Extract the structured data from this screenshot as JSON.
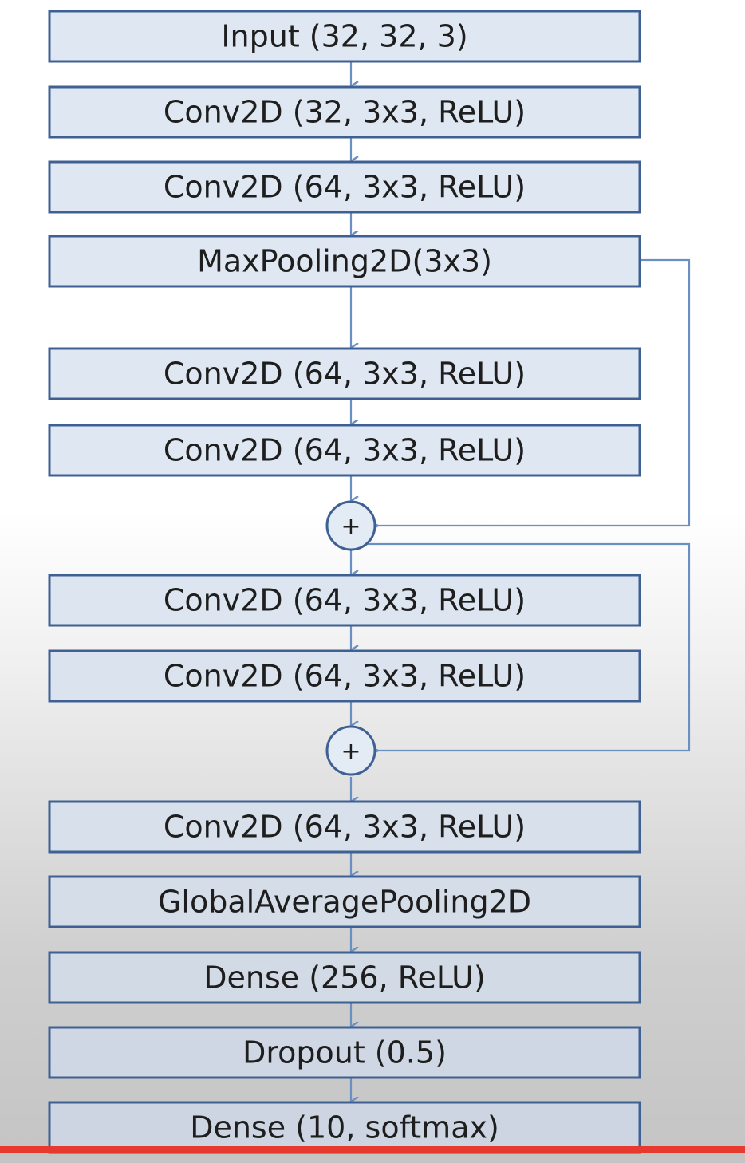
{
  "diagram": {
    "layers": [
      "Input (32, 32, 3)",
      "Conv2D (32, 3x3, ReLU)",
      "Conv2D (64, 3x3, ReLU)",
      "MaxPooling2D(3x3)",
      "Conv2D (64, 3x3, ReLU)",
      "Conv2D (64, 3x3, ReLU)",
      "Conv2D (64, 3x3, ReLU)",
      "Conv2D (64, 3x3, ReLU)",
      "Conv2D (64, 3x3, ReLU)",
      "GlobalAveragePooling2D",
      "Dense (256, ReLU)",
      "Dropout (0.5)",
      "Dense (10, softmax)"
    ],
    "add_nodes": [
      "+",
      "+"
    ],
    "colors": {
      "box_fill": "#dfe7f2",
      "box_stroke": "#3f6092",
      "arrow": "#6a8fc2",
      "add_fill": "#e3ebf5",
      "add_stroke": "#3f6092",
      "progress": "#e63a2e"
    },
    "progress_bar_fill": 1.0
  }
}
